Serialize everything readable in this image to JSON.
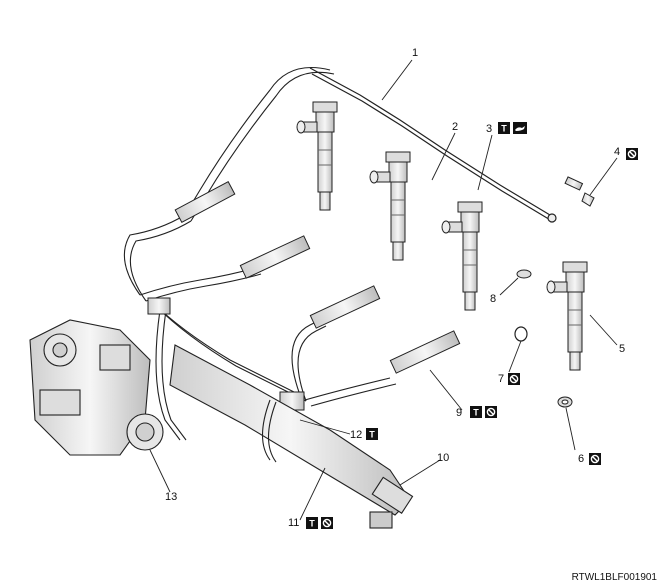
{
  "callouts": [
    "1",
    "2",
    "3",
    "4",
    "5",
    "6",
    "7",
    "8",
    "9",
    "10",
    "11",
    "12",
    "13"
  ],
  "figure_code": "RTWL1BLF001901",
  "symbols": {
    "torque": "torque-icon",
    "oil": "oil-can-icon",
    "no_reuse": "no-reuse-icon"
  },
  "colors": {
    "line": "#222222",
    "part_fill": "#e8e8e8",
    "symbol_fill": "#111111"
  }
}
